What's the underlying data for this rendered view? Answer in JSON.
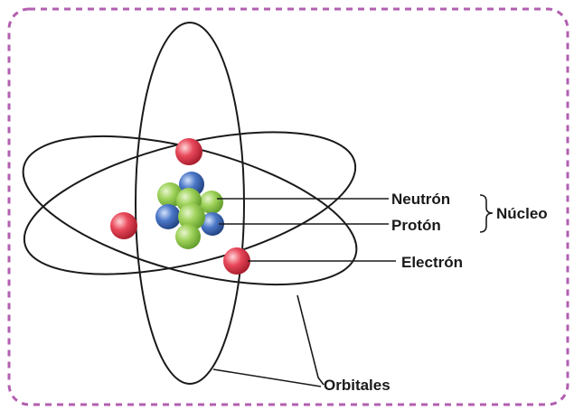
{
  "labels": {
    "neutron": "Neutrón",
    "proton": "Protón",
    "nucleus": "Núcleo",
    "electron": "Electrón",
    "orbitals": "Orbitales"
  },
  "colors": {
    "frame": "#b25fb0",
    "neutron": "#93c94b",
    "proton": "#3f67b5",
    "electron": "#e03a4a",
    "lines": "#1a1a1a"
  }
}
